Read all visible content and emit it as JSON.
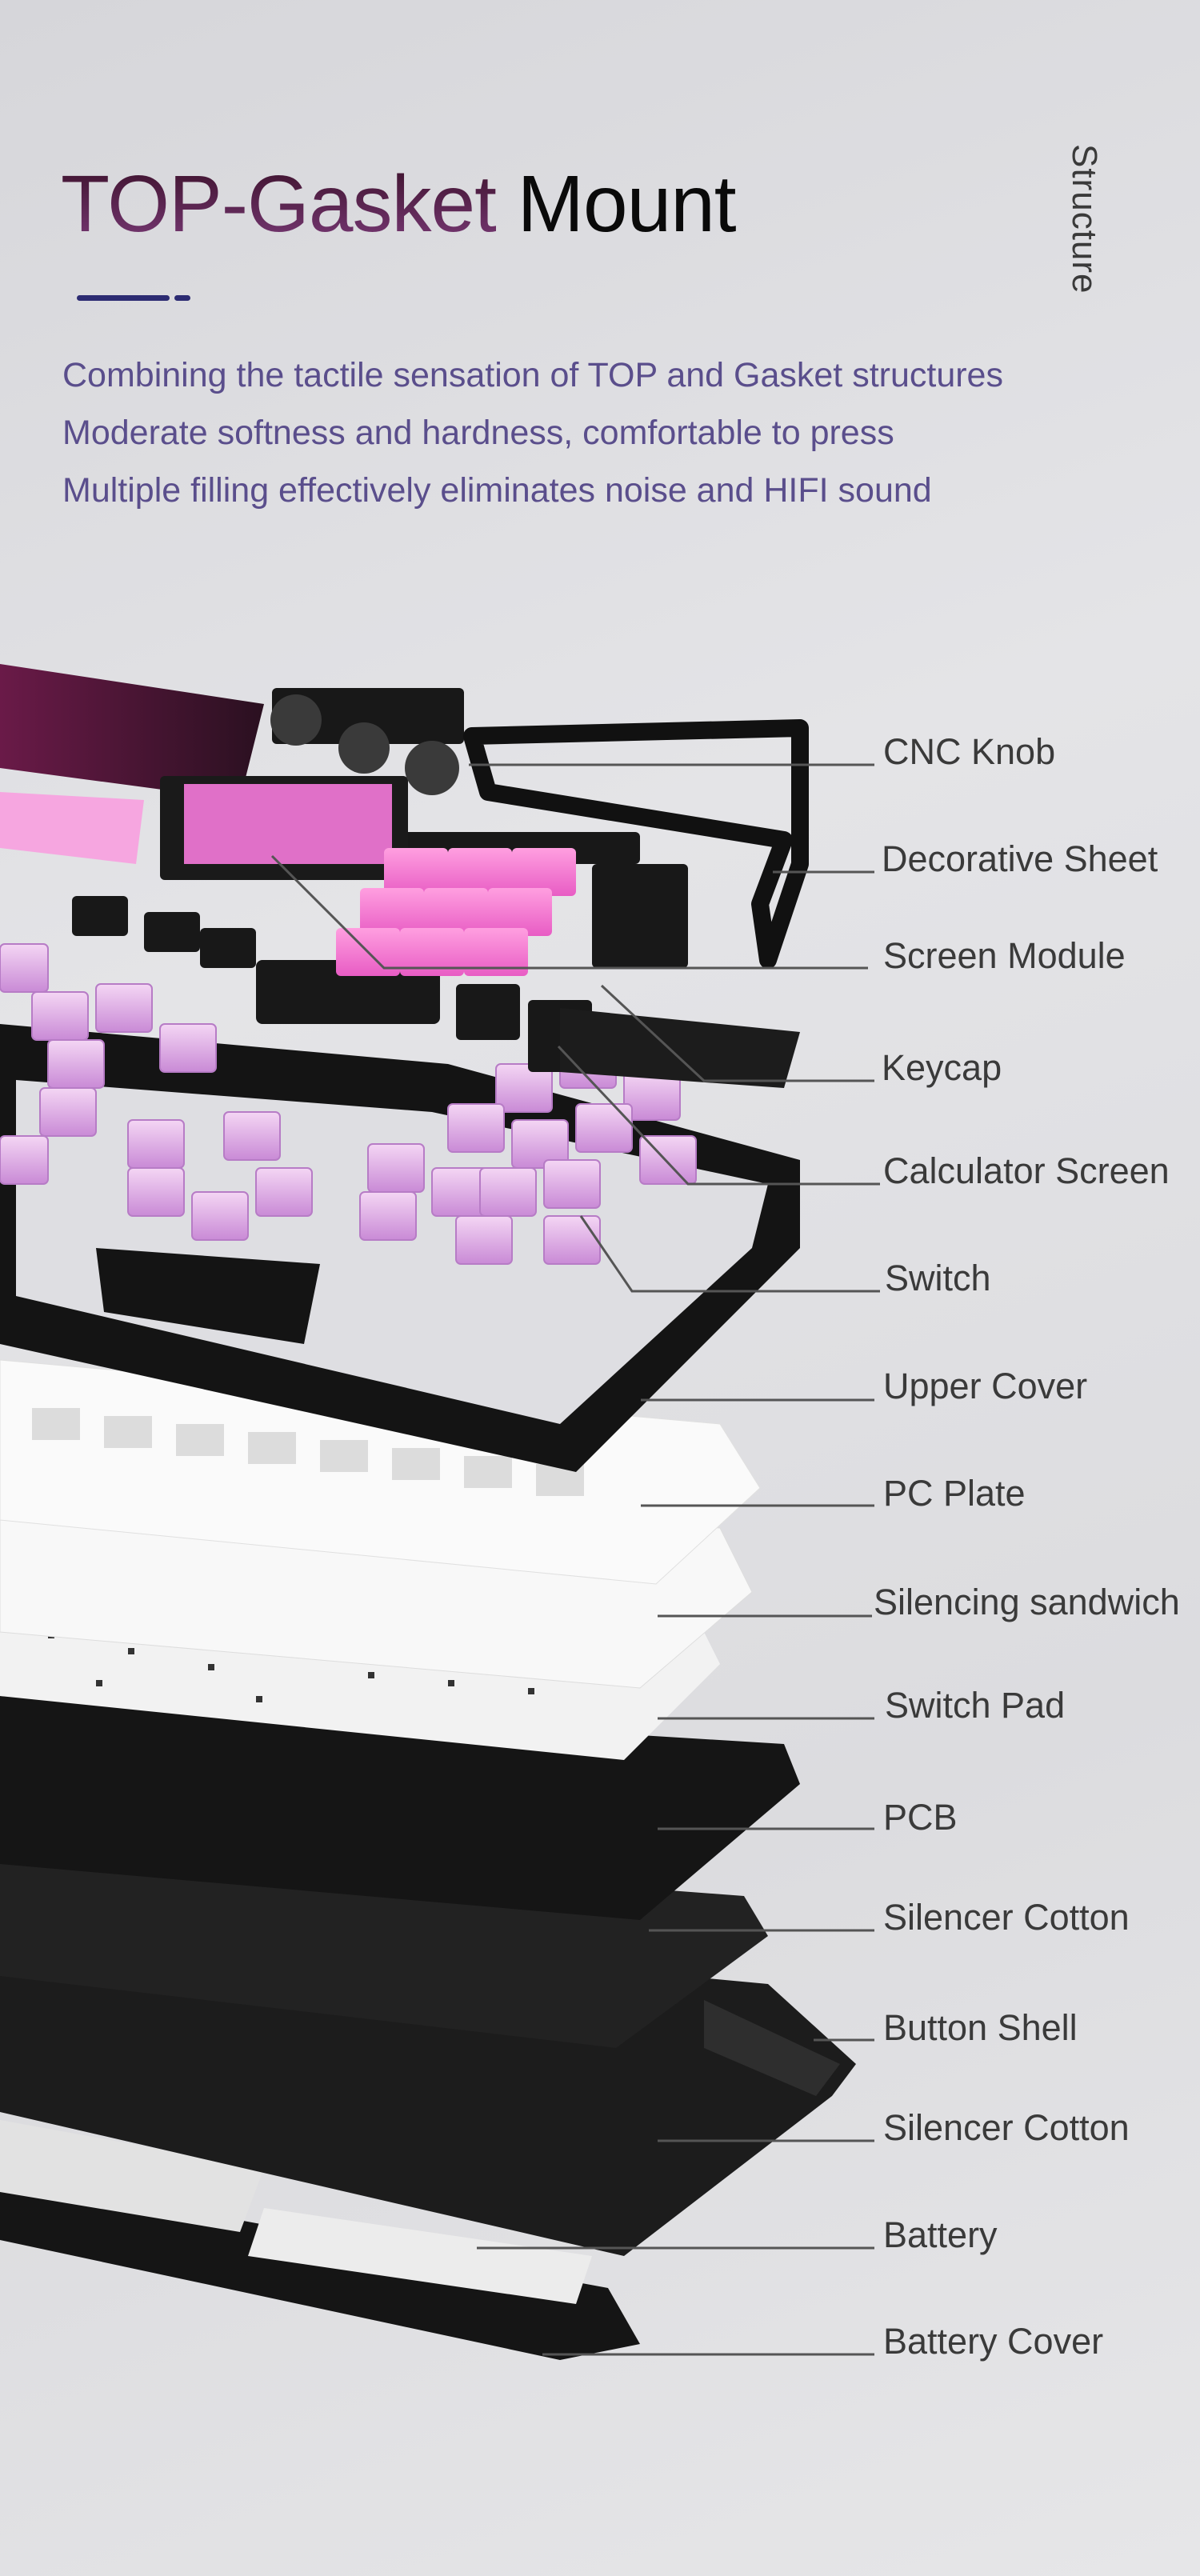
{
  "header": {
    "title_highlight": "TOP-Gasket",
    "title_rest": "Mount",
    "side_label": "Structure",
    "accent_color": "#2c2b72"
  },
  "description": [
    "Combining the tactile sensation of TOP and Gasket structures",
    "Moderate softness and hardness, comfortable to press",
    "Multiple filling effectively eliminates noise and HIFI sound"
  ],
  "components": [
    "CNC Knob",
    "Decorative Sheet",
    "Screen Module",
    "Keycap",
    "Calculator Screen",
    "Switch",
    "Upper Cover",
    "PC Plate",
    "Silencing sandwich",
    "Switch Pad",
    "PCB",
    "Silencer Cotton",
    "Button Shell",
    "Silencer Cotton",
    "Battery",
    "Battery Cover"
  ],
  "colors": {
    "title_gradient": [
      "#3a1028",
      "#7a3a78"
    ],
    "text": "#5a4e8c",
    "keycap_pink": "#f07ad0",
    "switch_pink": "#e6b4ea"
  }
}
